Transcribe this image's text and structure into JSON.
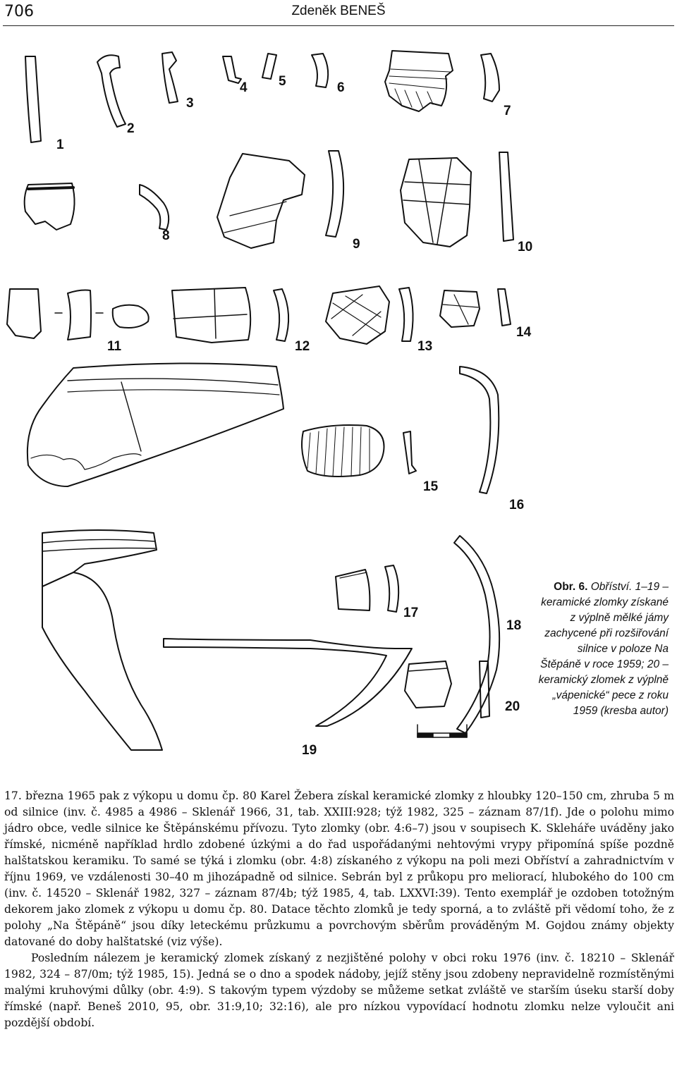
{
  "header": {
    "page_number": "706",
    "author": "Zdeněk BENEŠ"
  },
  "figure": {
    "labels": [
      "1",
      "2",
      "3",
      "4",
      "5",
      "6",
      "7",
      "8",
      "9",
      "10",
      "11",
      "12",
      "13",
      "14",
      "15",
      "16",
      "17",
      "18",
      "19",
      "20"
    ],
    "caption": {
      "prefix": "Obr. 6.",
      "text": "Obříství. 1–19 – keramické zlomky získané z výplně mělké jámy zachycené při rozšiřování silnice v poloze Na Štěpáně v roce 1959; 20 – keramický zlomek z výplně „vápenické“ pece z roku 1959 (kresba autor)"
    }
  },
  "body": {
    "p1": "17. března 1965 pak z výkopu u domu čp. 80 Karel Žebera získal keramické zlomky z hloubky 120–150 cm, zhruba 5 m od silnice (inv. č. 4985 a 4986 – Sklenář 1966, 31, tab. XXIII:928; týž 1982, 325 – záznam 87/1f). Jde o polohu mimo jádro obce, vedle silnice ke Štěpánskému přívozu. Tyto zlomky (obr. 4:6–7) jsou v soupisech K. Skleháře uváděny jako římské, nicméně například hrdlo zdobené úzkými a do řad uspořádanými nehtovými vrypy připomíná spíše pozdně halštatskou keramiku. To samé se týká i zlomku (obr. 4:8) získaného z výkopu na poli mezi Obříství a zahradnictvím v říjnu 1969, ve vzdálenosti 30–40 m jihozápadně od silnice. Sebrán byl z průkopu pro meliorací, hlubokého do 100 cm (inv. č. 14520 – Sklenář 1982, 327 – záznam 87/4b; týž 1985, 4, tab. LXXVI:39). Tento exemplář je ozdoben totožným dekorem jako zlomek z výkopu u domu čp. 80. Datace těchto zlomků je tedy sporná, a to zvláště při vědomí toho, že z polohy „Na Štěpáně“ jsou díky leteckému průzkumu a povrchovým sběrům prováděným M. Gojdou známy objekty datované do doby halštatské (viz výše).",
    "p2": "Posledním nálezem je keramický zlomek získaný z nezjištěné polohy v obci roku 1976 (inv. č. 18210 – Sklenář 1982, 324 – 87/0m; týž 1985, 15). Jedná se o dno a spodek nádoby, jejíž stěny jsou zdobeny nepravidelně rozmístěnými malými kruhovými důlky (obr. 4:9). S takovým typem výzdoby se můžeme setkat zvláště ve starším úseku starší doby římské (např. Beneš 2010, 95, obr. 31:9,10; 32:16), ale pro nízkou vypovídací hodnotu zlomku nelze vyloučit ani pozdější období."
  }
}
